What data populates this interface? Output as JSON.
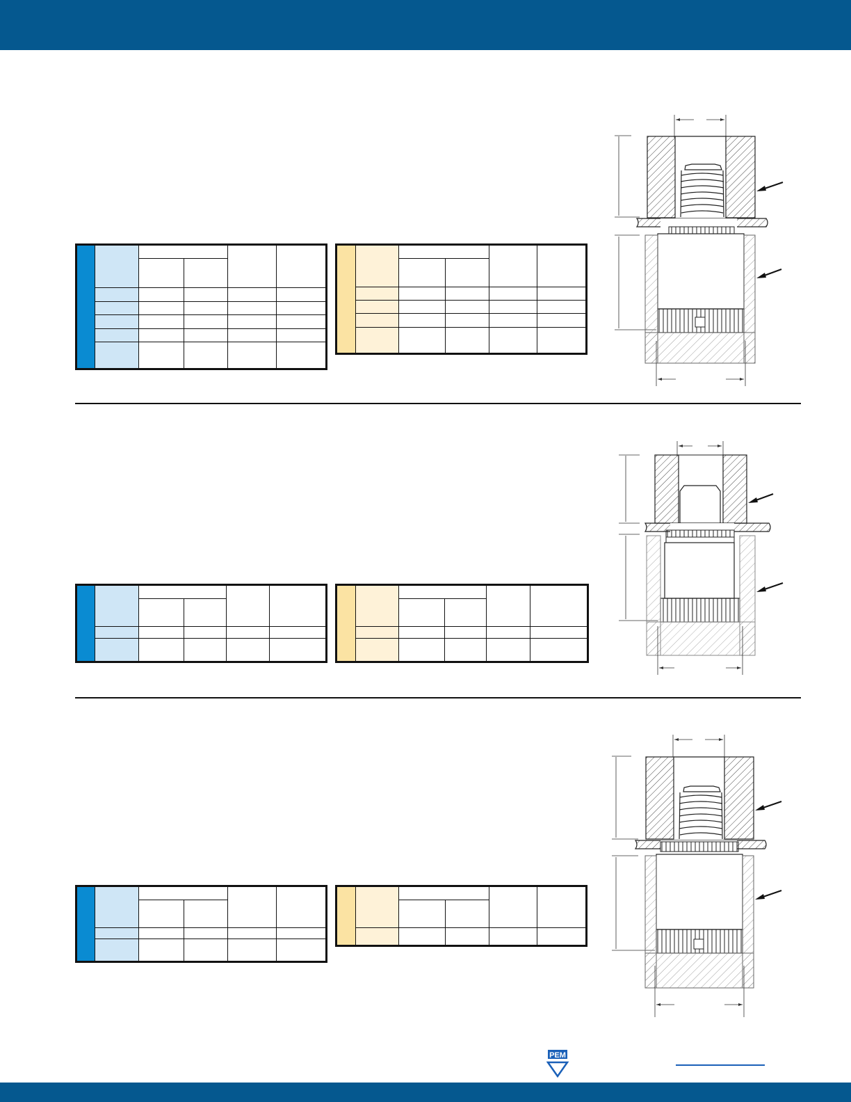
{
  "colors": {
    "header_band": "#05588f",
    "metric_strip": "#0a8bd2",
    "metric_label_fill": "#cfe6f6",
    "inch_strip": "#fbe3a3",
    "inch_label_fill": "#fef2d8",
    "link_underline": "#1a60b8"
  },
  "logo": {
    "text": "PEM"
  },
  "sections": [
    {
      "metric_rows": 5,
      "inch_rows": 4
    },
    {
      "metric_rows": 2,
      "inch_rows": 2
    },
    {
      "metric_rows": 2,
      "inch_rows": 1
    }
  ],
  "icons": {
    "logo": "pem-logo-icon",
    "arrow": "leader-arrow-icon"
  }
}
